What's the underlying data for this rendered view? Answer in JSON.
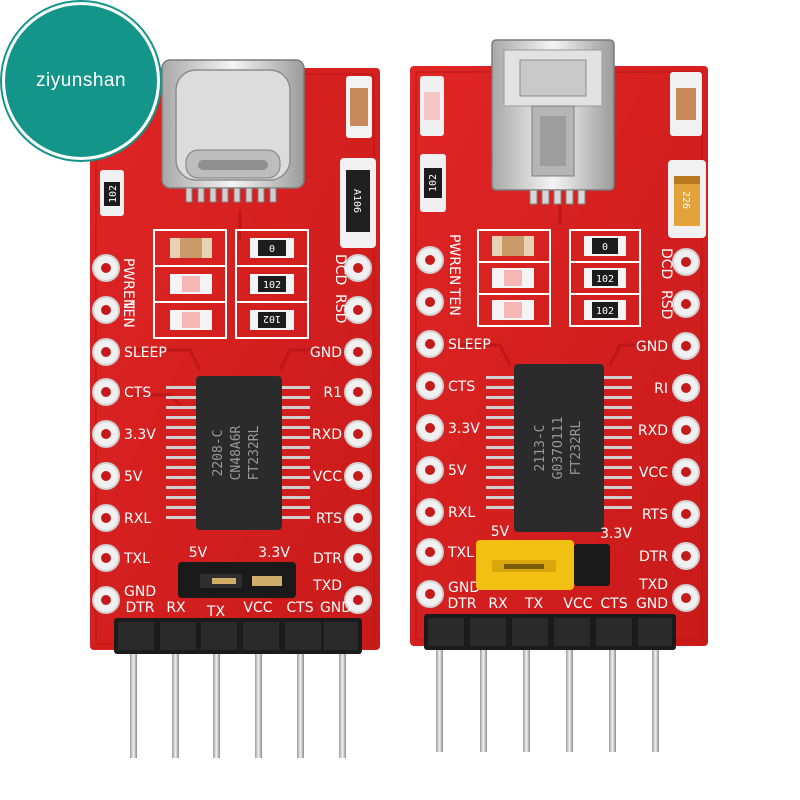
{
  "watermark": {
    "text": "ziyunshan",
    "color": "#14958a"
  },
  "colors": {
    "pcb": "#dc1f1f",
    "pcb_dark": "#b81515",
    "chip": "#2b2b2b",
    "jumper_black": "#1a1a1a",
    "jumper_yellow": "#f2c012",
    "pin": "#d9d9d9"
  },
  "board_left": {
    "connector": "USB Type-C",
    "pin_labels_left": [
      "PWREN",
      "TEN",
      "SLEEP",
      "CTS",
      "3.3V",
      "5V",
      "RXL",
      "TXL",
      "GND"
    ],
    "pin_labels_right": [
      "DCD",
      "RSD",
      "GND",
      "R1",
      "RXD",
      "VCC",
      "RTS",
      "DTR",
      "TXD"
    ],
    "bottom_labels": [
      "DTR",
      "RX",
      "TX",
      "VCC",
      "CTS",
      "GND"
    ],
    "jumper_labels": [
      "5V",
      "3.3V"
    ],
    "chip_lines": [
      "2208-C",
      "CN48A6R",
      "FT232RL"
    ],
    "resistor_codes": [
      "102",
      "0",
      "102",
      "102",
      "A106"
    ]
  },
  "board_right": {
    "connector": "Mini USB",
    "pin_labels_left": [
      "PWREN",
      "TEN",
      "SLEEP",
      "CTS",
      "3.3V",
      "5V",
      "RXL",
      "TXL",
      "GND"
    ],
    "pin_labels_right": [
      "DCD",
      "RSD",
      "GND",
      "RI",
      "RXD",
      "VCC",
      "RTS",
      "DTR",
      "TXD"
    ],
    "bottom_labels": [
      "DTR",
      "RX",
      "TX",
      "VCC",
      "CTS",
      "GND"
    ],
    "jumper_labels": [
      "5V",
      "3.3V"
    ],
    "chip_lines": [
      "2113-C",
      "G037O111",
      "FT232RL"
    ],
    "resistor_codes": [
      "102",
      "0",
      "102",
      "102",
      "226"
    ]
  }
}
